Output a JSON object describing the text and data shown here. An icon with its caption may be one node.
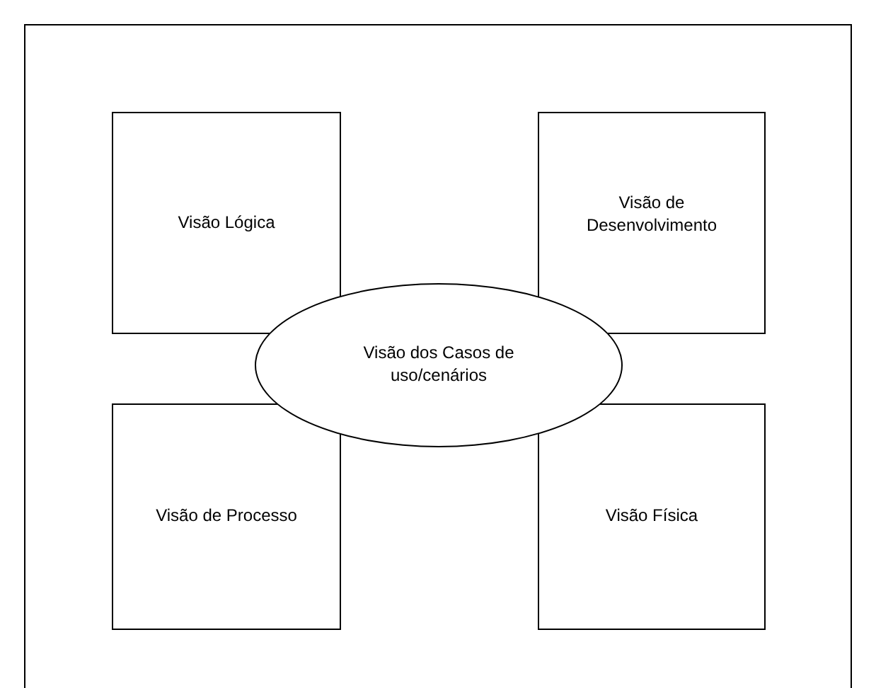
{
  "diagram": {
    "nodes": [
      {
        "text": [
          "Visão Lógica"
        ]
      },
      {
        "text": [
          "Visão de Desenvolvimento"
        ]
      },
      {
        "text": [
          "Visão dos Casos de uso/cenários"
        ]
      },
      {
        "text": [
          "Visão de Processo"
        ]
      },
      {
        "text": [
          "Visão Física"
        ]
      }
    ]
  }
}
